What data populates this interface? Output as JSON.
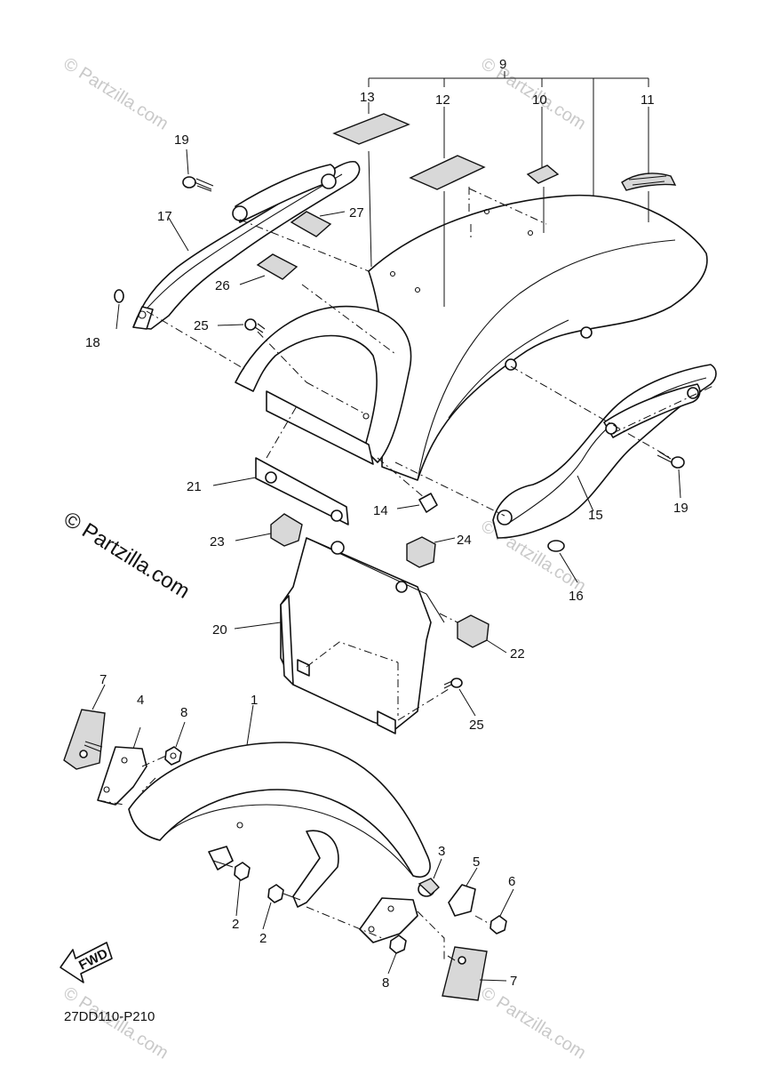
{
  "diagram": {
    "code": "27DD110-P210",
    "fwd_label": "FWD",
    "watermark_main": "© Partzilla.com",
    "watermark_faint": "© Partzilla.com",
    "labels": {
      "l9": "9",
      "l13": "13",
      "l12": "12",
      "l10": "10",
      "l11": "11",
      "l19a": "19",
      "l27": "27",
      "l17": "17",
      "l26": "26",
      "l18": "18",
      "l25a": "25",
      "l21": "21",
      "l14": "14",
      "l15": "15",
      "l19b": "19",
      "l23": "23",
      "l24": "24",
      "l16": "16",
      "l20": "20",
      "l22": "22",
      "l25b": "25",
      "l7a": "7",
      "l4": "4",
      "l8a": "8",
      "l1": "1",
      "l3": "3",
      "l5": "5",
      "l6": "6",
      "l2a": "2",
      "l2b": "2",
      "l8b": "8",
      "l7b": "7"
    }
  }
}
